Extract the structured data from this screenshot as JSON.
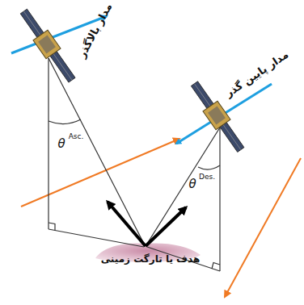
{
  "diagram": {
    "labels": [
      "مدار بالاگذر",
      "مدار پایین گذر",
      "θ",
      "Asc.",
      "θ",
      "Des.",
      "هدف یا تارگت زمینی"
    ]
  }
}
